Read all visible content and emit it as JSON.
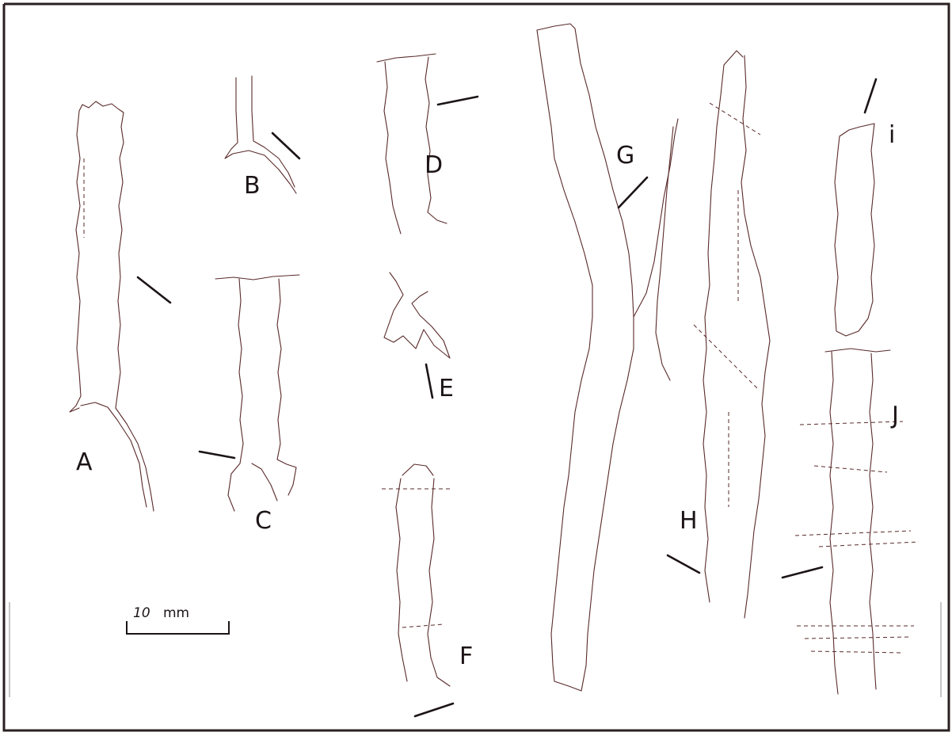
{
  "figure": {
    "labels": {
      "a": "A",
      "b": "B",
      "c": "C",
      "d": "D",
      "e": "E",
      "f": "F",
      "g": "G",
      "h": "H",
      "i": "i",
      "j": "J"
    },
    "scale_bar": {
      "value": "10",
      "unit": "mm"
    }
  }
}
